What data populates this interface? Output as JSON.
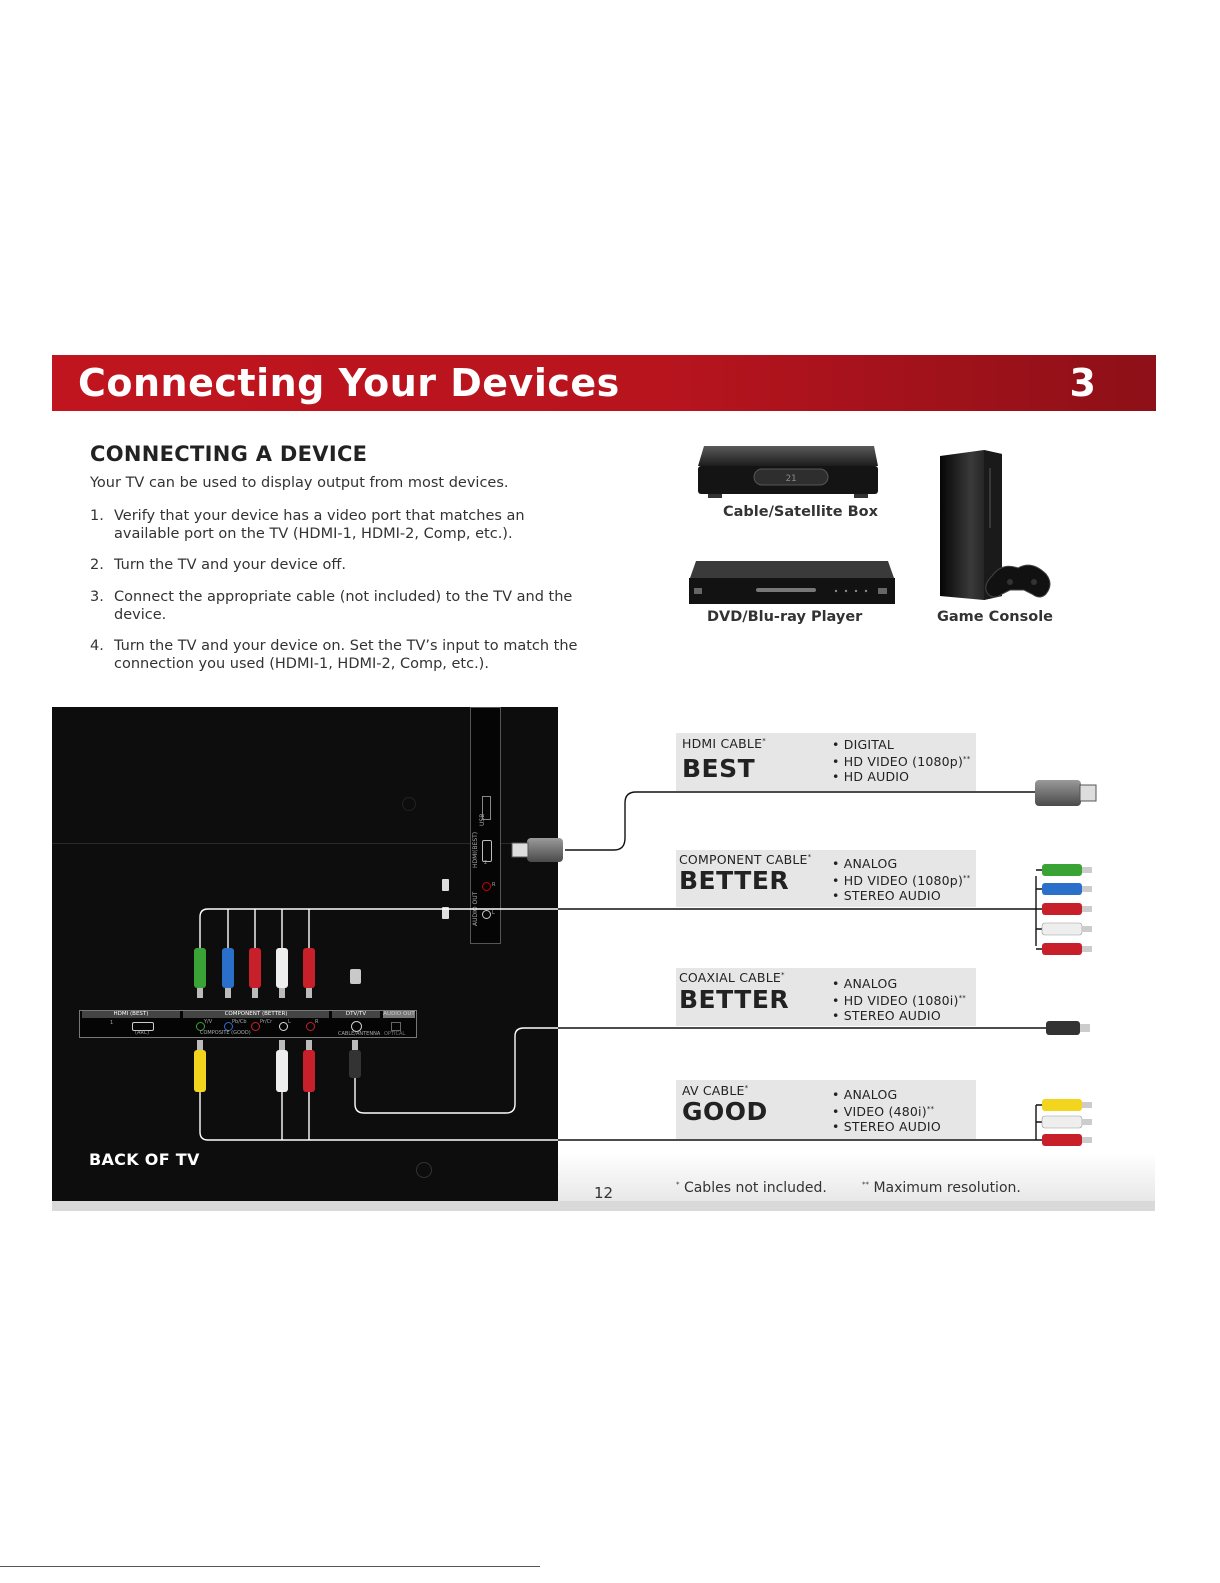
{
  "header": {
    "title": "Connecting Your Devices",
    "chapter": "3"
  },
  "section": {
    "heading": "CONNECTING A DEVICE",
    "intro": "Your TV can be used to display output from most devices.",
    "steps": [
      {
        "num": "1.",
        "text": "Verify that your device has a video port that matches an available port on the TV (HDMI-1, HDMI-2, Comp, etc.)."
      },
      {
        "num": "2.",
        "text": "Turn the TV and your device off."
      },
      {
        "num": "3.",
        "text": "Connect the appropriate cable (not included) to the TV and the device."
      },
      {
        "num": "4.",
        "text": "Turn the TV and your device on. Set the TV’s input to match the connection you used (HDMI-1, HDMI-2, Comp, etc.)."
      }
    ]
  },
  "devices": {
    "cable_box": "Cable/Satellite Box",
    "dvd_player": "DVD/Blu-ray Player",
    "game_console": "Game Console",
    "cable_box_display": "21"
  },
  "tv_back": {
    "label": "BACK OF TV",
    "side_ports": {
      "usb": "USB",
      "hdmi": "HDMI(BEST)",
      "audio_out": "AUDIO OUT",
      "hdmi_num": "2",
      "r": "R",
      "l": "L"
    },
    "bottom_ports": {
      "hdmi": "HDMI (BEST)",
      "component": "COMPONENT (BETTER)",
      "dtv": "DTV/TV",
      "audio_out": "AUDIO OUT",
      "arc": "(ARC)",
      "hdmi_num": "1",
      "composite": "COMPOSITE (GOOD)",
      "antenna": "CABLE/ANTENNA",
      "optical": "OPTICAL",
      "yv": "Y/V",
      "pbcb": "Pb/Cb",
      "prcr": "Pr/Cr",
      "l": "L",
      "r": "R"
    }
  },
  "cables": [
    {
      "name": "HDMI CABLE",
      "mark": "*",
      "rating": "BEST",
      "features": [
        "• DIGITAL",
        "• HD VIDEO (1080p)",
        "• HD AUDIO"
      ],
      "feature_mark_index": 1,
      "feature_mark": "**"
    },
    {
      "name": "COMPONENT CABLE",
      "mark": "*",
      "rating": "BETTER",
      "features": [
        "• ANALOG",
        "• HD VIDEO (1080p)",
        "• STEREO AUDIO"
      ],
      "feature_mark_index": 1,
      "feature_mark": "**"
    },
    {
      "name": "COAXIAL CABLE",
      "mark": "*",
      "rating": "BETTER",
      "features": [
        "• ANALOG",
        "• HD VIDEO (1080i)",
        "• STEREO AUDIO"
      ],
      "feature_mark_index": 1,
      "feature_mark": "**"
    },
    {
      "name": "AV CABLE",
      "mark": "*",
      "rating": "GOOD",
      "features": [
        "• ANALOG",
        "• VIDEO (480i)",
        "• STEREO AUDIO"
      ],
      "feature_mark_index": 1,
      "feature_mark": "**"
    }
  ],
  "footer": {
    "page_number": "12",
    "note1_mark": "*",
    "note1": "Cables not included.",
    "note2_mark": "**",
    "note2": " Maximum resolution."
  },
  "colors": {
    "banner": "#c0151f",
    "green": "#3aa335",
    "blue": "#2a6fc9",
    "red": "#c7202a",
    "white": "#eeeeee",
    "yellow": "#f2d51c",
    "box_bg": "#e6e6e6"
  }
}
